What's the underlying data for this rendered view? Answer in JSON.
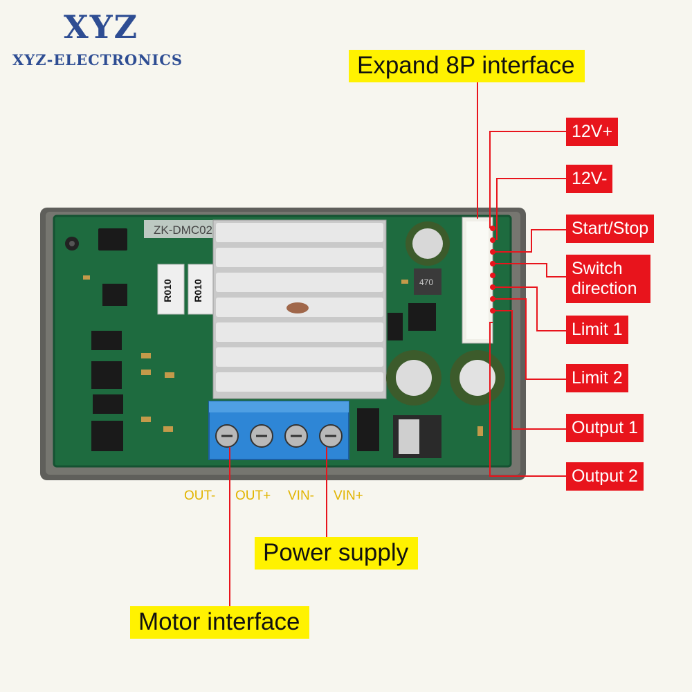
{
  "brand": {
    "logo_main": "XYZ",
    "logo_sub": "XYZ-ELECTRONICS"
  },
  "board": {
    "silkscreen": "ZK-DMC02",
    "resistor_1": "R010",
    "resistor_2": "R010",
    "inductor": "470"
  },
  "callouts": {
    "expand": "Expand 8P interface",
    "power_supply": "Power supply",
    "motor_interface": "Motor interface"
  },
  "pins": [
    {
      "label": "12V+"
    },
    {
      "label": "12V-"
    },
    {
      "label": "Start/Stop"
    },
    {
      "label": "Switch direction"
    },
    {
      "label": "Limit 1"
    },
    {
      "label": "Limit 2"
    },
    {
      "label": "Output 1"
    },
    {
      "label": "Output 2"
    }
  ],
  "terminals": [
    "OUT-",
    "OUT+",
    "VIN-",
    "VIN+"
  ],
  "colors": {
    "callout_yellow": "#fff200",
    "callout_red": "#e8141c",
    "pcb_green": "#1e6b3f",
    "terminal_blue": "#2e86d6"
  }
}
